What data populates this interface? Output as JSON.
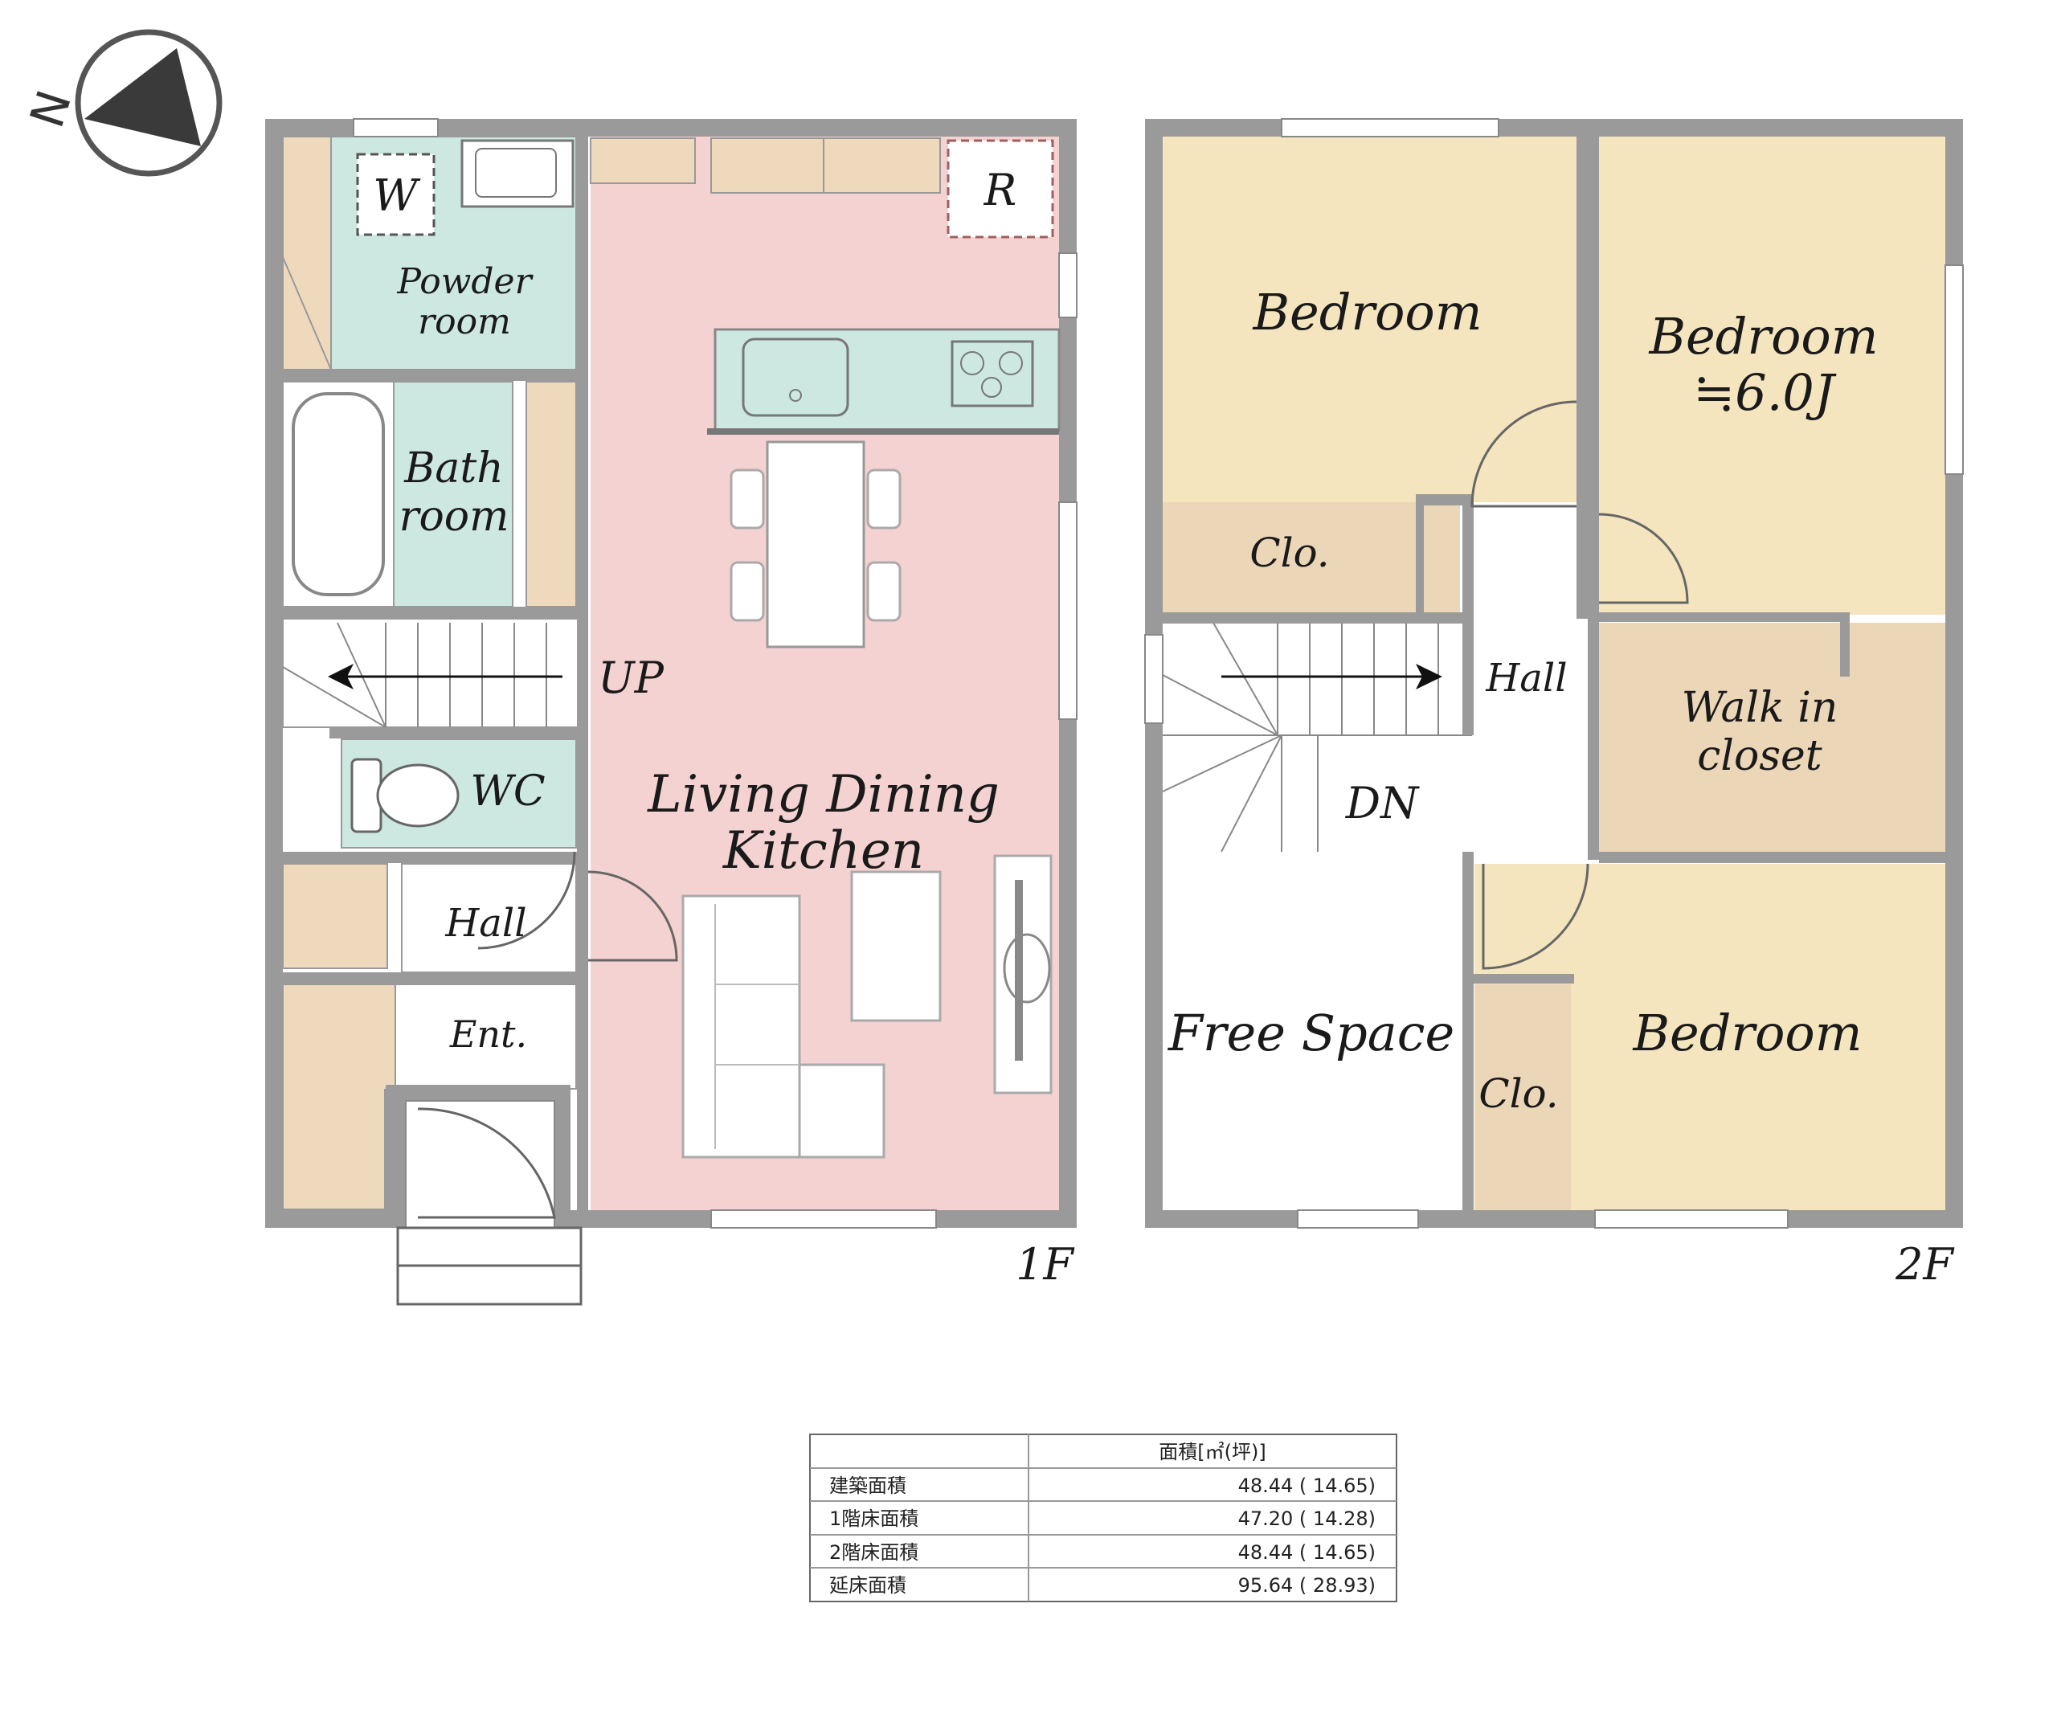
{
  "compass": {
    "north_label": "N"
  },
  "floor1": {
    "floor_label": "1F",
    "rooms": {
      "washer": "W",
      "fridge": "R",
      "powder_line1": "Powder",
      "powder_line2": "room",
      "bath_line1": "Bath",
      "bath_line2": "room",
      "stairs_up": "UP",
      "wc": "WC",
      "ldk_line1": "Living Dining",
      "ldk_line2": "Kitchen",
      "hall": "Hall",
      "entrance": "Ent."
    }
  },
  "floor2": {
    "floor_label": "2F",
    "rooms": {
      "bedroom_nw": "Bedroom",
      "bedroom_ne_line1": "Bedroom",
      "bedroom_ne_size": "≒6.0J",
      "closet_n": "Clo.",
      "hall": "Hall",
      "walkin_line1": "Walk in",
      "walkin_line2": "closet",
      "stairs_down": "DN",
      "free_space": "Free Space",
      "bedroom_s": "Bedroom",
      "closet_s": "Clo."
    }
  },
  "area_table": {
    "header": "面積[㎡(坪)]",
    "rows": [
      {
        "label": "建築面積",
        "value": "48.44 ( 14.65)"
      },
      {
        "label": "1階床面積",
        "value": "47.20 ( 14.28)"
      },
      {
        "label": "2階床面積",
        "value": "48.44 ( 14.65)"
      },
      {
        "label": "延床面積",
        "value": "95.64 ( 28.93)"
      }
    ]
  },
  "colors": {
    "wall": "#9a9a9a",
    "ldk": "#f5d2d2",
    "wet": "#cde8e0",
    "storage": "#efd9bd",
    "bedroom": "#f4e5bf",
    "closet": "#ecd6b8"
  }
}
